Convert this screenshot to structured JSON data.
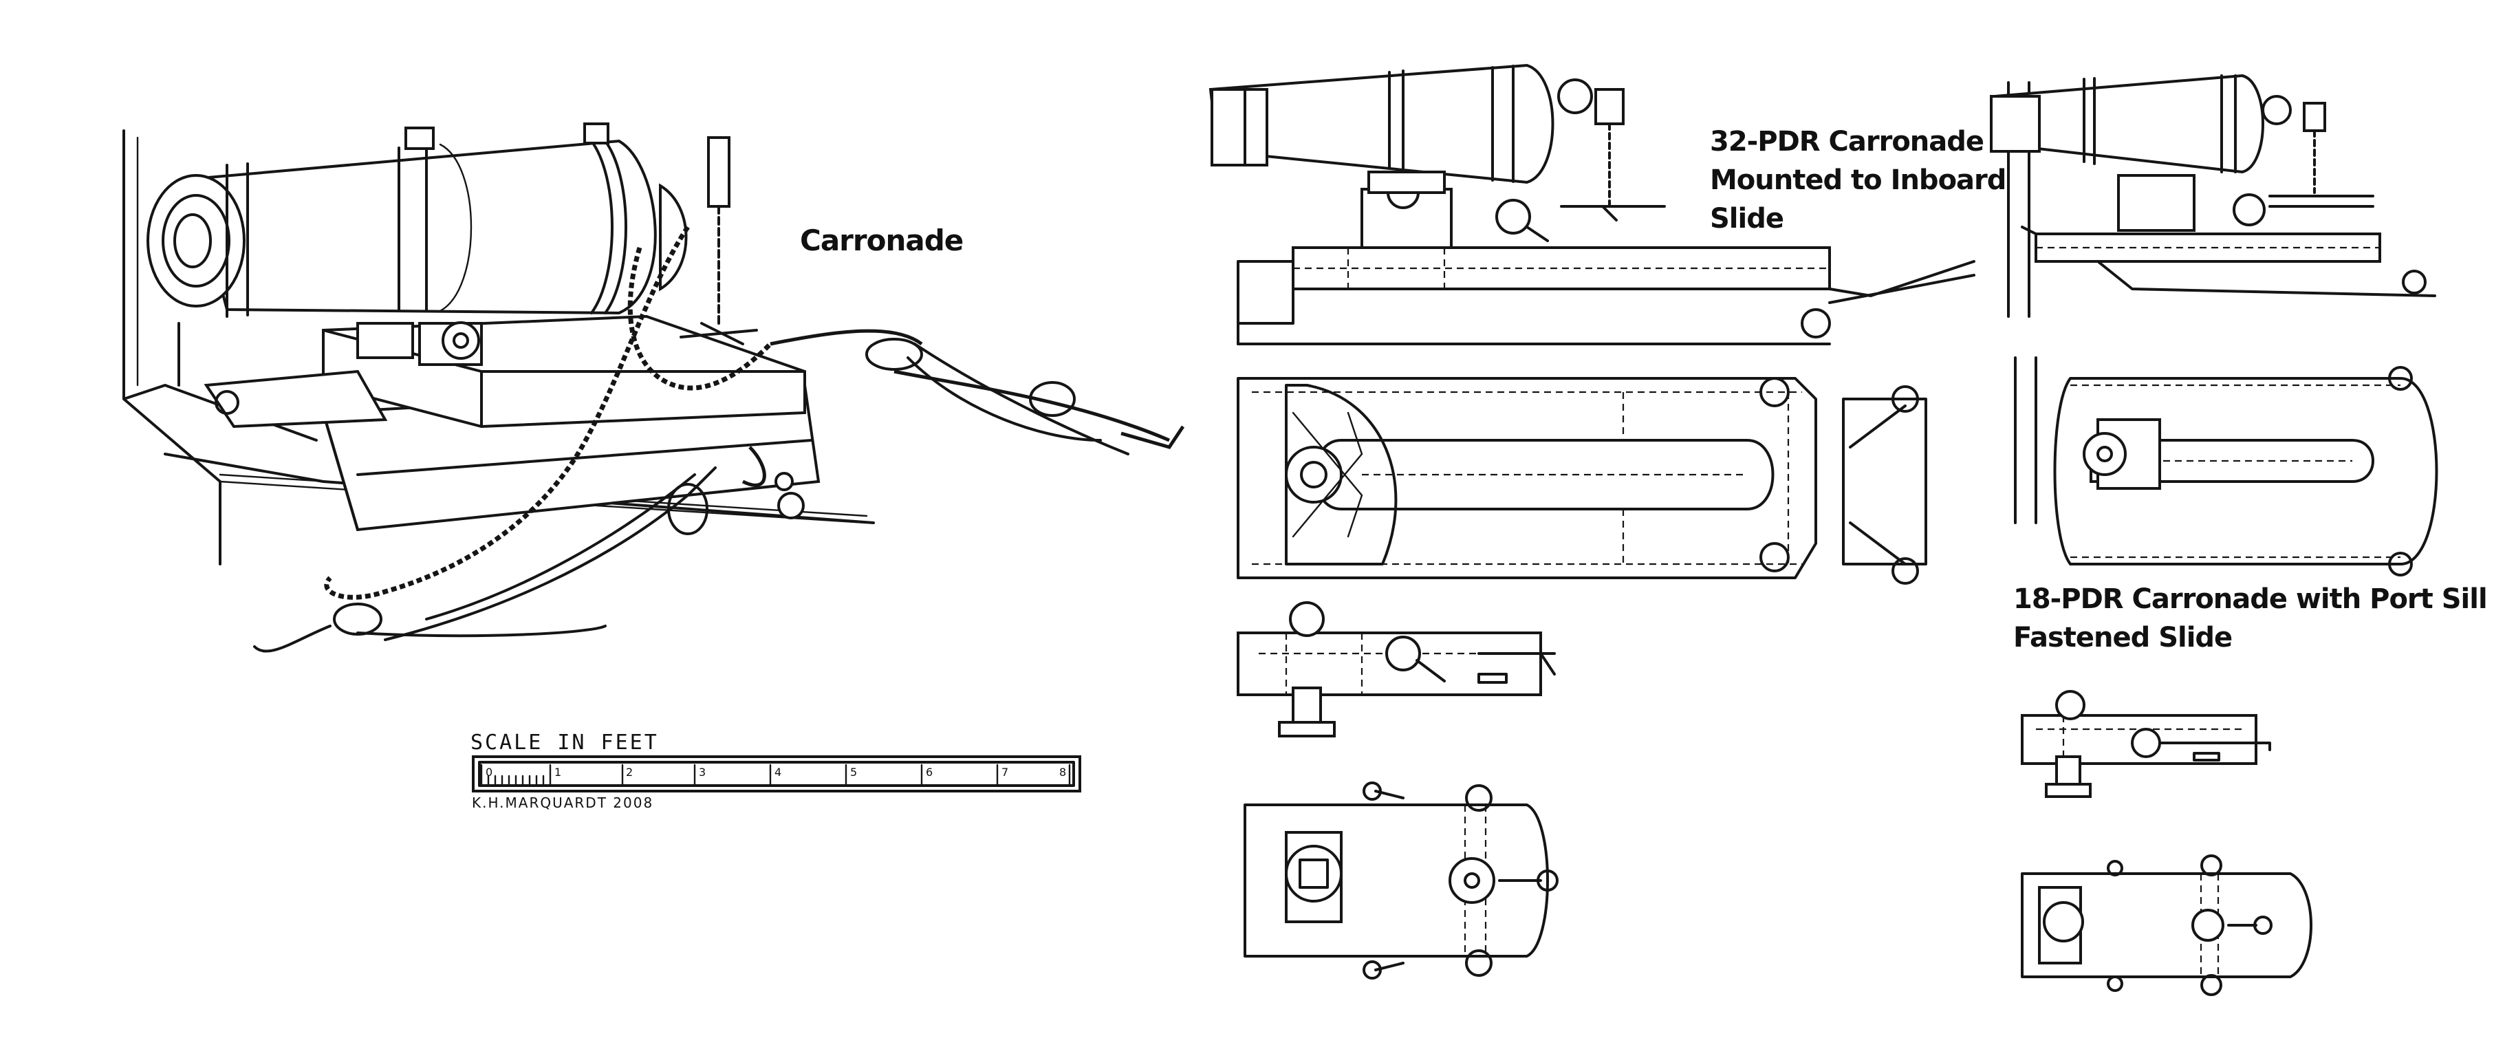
{
  "labels": {
    "carronade": "Carronade",
    "pdr32": [
      "32-PDR Carronade",
      "Mounted to Inboard",
      "Slide"
    ],
    "pdr18": [
      "18-PDR Carronade with Port Sill",
      "Fastened Slide"
    ]
  },
  "scale": {
    "title": "SCALE  IN  FEET",
    "ticks": [
      "0",
      "1",
      "2",
      "3",
      "4",
      "5",
      "6",
      "7",
      "8"
    ],
    "credit": "K.H.MARQUARDT 2008"
  }
}
